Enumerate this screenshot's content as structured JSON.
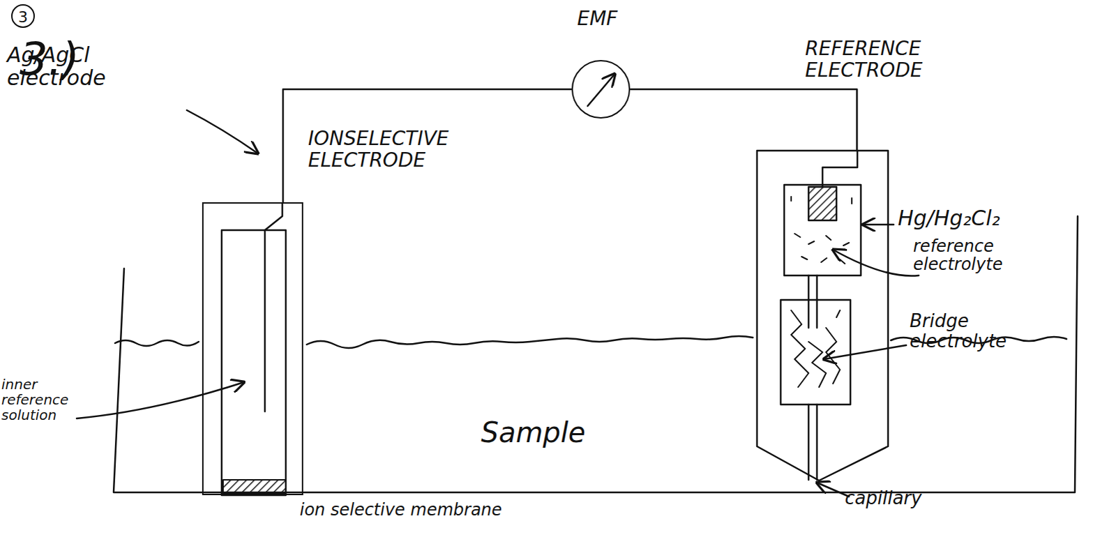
{
  "diagram": {
    "nodes": [
      {
        "text": [
          "EMF"
        ]
      },
      {
        "text": [
          "IONSELECTIVE ELECTRODE"
        ]
      },
      {
        "text": [
          "REFERENCE ELECTRODE"
        ]
      }
    ],
    "edges": [
      {
        "from": 0,
        "to": 1,
        "arrow": "none"
      },
      {
        "from": 0,
        "to": 2,
        "arrow": "none"
      }
    ],
    "labels": [
      "3",
      "3.)",
      "Ag/AgCl electrode",
      "inner reference solution",
      "Sample",
      "ion selective membrane",
      "Hg/Hg₂Cl₂",
      "reference electrolyte",
      "Bridge electrolyte",
      "capillary"
    ]
  }
}
